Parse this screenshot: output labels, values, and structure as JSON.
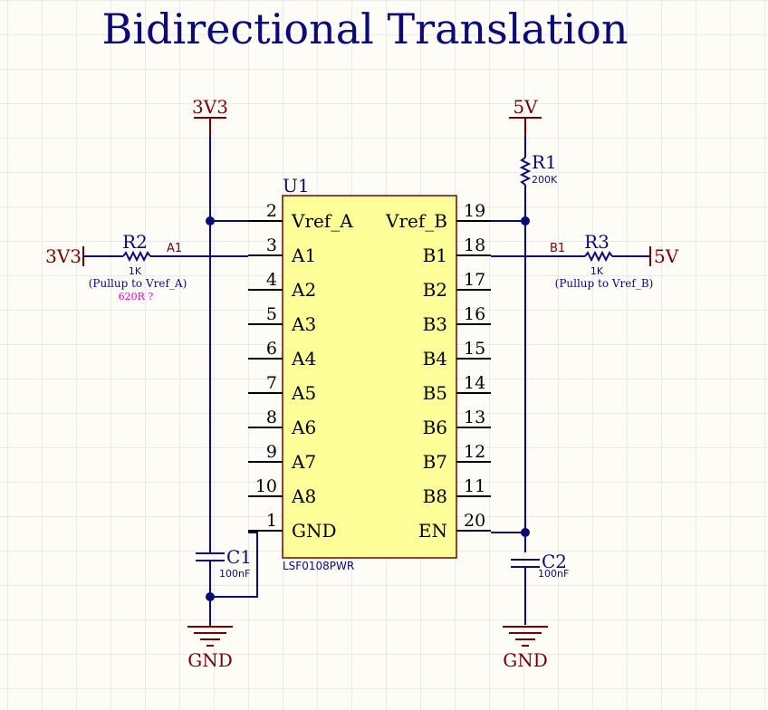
{
  "title": "Bidirectional Translation",
  "colors": {
    "wire": "#0a0a78",
    "power": "#7a0000",
    "body_fill": "#ffff99",
    "note": "#e000e0",
    "grid": "#d9d9d9"
  },
  "u1": {
    "designator": "U1",
    "part": "LSF0108PWR",
    "left_pins": [
      {
        "num": "2",
        "name": "Vref_A"
      },
      {
        "num": "3",
        "name": "A1"
      },
      {
        "num": "4",
        "name": "A2"
      },
      {
        "num": "5",
        "name": "A3"
      },
      {
        "num": "6",
        "name": "A4"
      },
      {
        "num": "7",
        "name": "A5"
      },
      {
        "num": "8",
        "name": "A6"
      },
      {
        "num": "9",
        "name": "A7"
      },
      {
        "num": "10",
        "name": "A8"
      },
      {
        "num": "1",
        "name": "GND"
      }
    ],
    "right_pins": [
      {
        "num": "19",
        "name": "Vref_B"
      },
      {
        "num": "18",
        "name": "B1"
      },
      {
        "num": "17",
        "name": "B2"
      },
      {
        "num": "16",
        "name": "B3"
      },
      {
        "num": "15",
        "name": "B4"
      },
      {
        "num": "14",
        "name": "B5"
      },
      {
        "num": "13",
        "name": "B6"
      },
      {
        "num": "12",
        "name": "B7"
      },
      {
        "num": "11",
        "name": "B8"
      },
      {
        "num": "20",
        "name": "EN"
      }
    ]
  },
  "r1": {
    "designator": "R1",
    "value": "200K"
  },
  "r2": {
    "designator": "R2",
    "value": "1K",
    "description": "(Pullup to Vref_A)",
    "note": "620R ?"
  },
  "r3": {
    "designator": "R3",
    "value": "1K",
    "description": "(Pullup to Vref_B)"
  },
  "c1": {
    "designator": "C1",
    "value": "100nF"
  },
  "c2": {
    "designator": "C2",
    "value": "100nF"
  },
  "power": {
    "vref_a_top": "3V3",
    "vref_b_top": "5V",
    "r2_port": "3V3",
    "r3_port": "5V",
    "gnd_left": "GND",
    "gnd_right": "GND"
  },
  "nets": {
    "a1": "A1",
    "b1": "B1"
  }
}
